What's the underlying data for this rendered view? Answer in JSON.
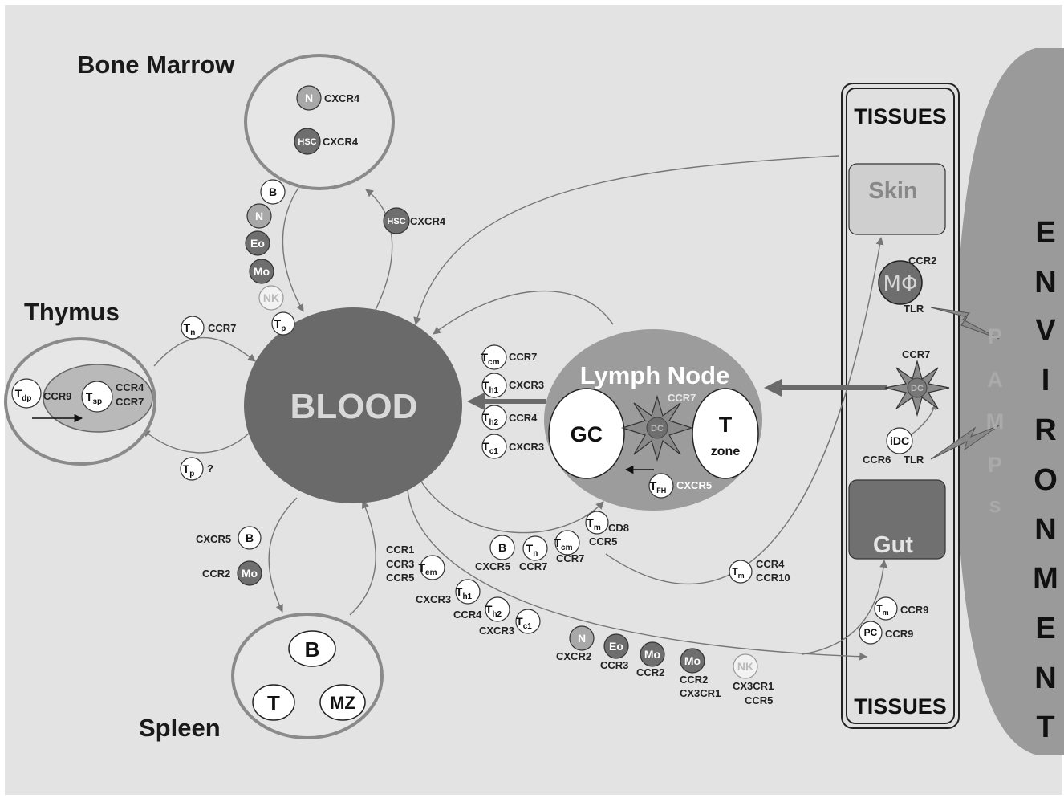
{
  "organs": {
    "bone_marrow": "Bone Marrow",
    "thymus": "Thymus",
    "spleen": "Spleen",
    "blood": "BLOOD",
    "lymph_node": "Lymph Node",
    "tissues_top": "TISSUES",
    "tissues_bottom": "TISSUES",
    "skin": "Skin",
    "gut": "Gut",
    "pamps": [
      "P",
      "A",
      "M",
      "P",
      "s"
    ],
    "environment": [
      "E",
      "N",
      "V",
      "I",
      "R",
      "O",
      "N",
      "M",
      "E",
      "N",
      "T"
    ]
  },
  "bone_marrow": {
    "n_cell": "N",
    "n_receptor": "CXCR4",
    "hsc_cell": "HSC",
    "hsc_receptor": "CXCR4"
  },
  "bm_to_blood": [
    "B",
    "N",
    "Eo",
    "Mo",
    "NK"
  ],
  "tp_cell": {
    "main": "T",
    "sub": "p"
  },
  "hsc_blood": {
    "cell": "HSC",
    "receptor": "CXCR4"
  },
  "thymus": {
    "tdp": {
      "main": "T",
      "sub": "dp"
    },
    "tdp_receptor": "CCR9",
    "tsp": {
      "main": "T",
      "sub": "sp"
    },
    "tsp_receptors": [
      "CCR4",
      "CCR7"
    ],
    "tn_in": {
      "main": "T",
      "sub": "n",
      "receptor": "CCR7"
    },
    "tp_in": {
      "main": "T",
      "sub": "p",
      "receptor": "?"
    }
  },
  "spleen": {
    "b": "B",
    "t": "T",
    "mz": "MZ",
    "b_in": {
      "cell": "B",
      "receptor": "CXCR5"
    },
    "mo_in": {
      "cell": "Mo",
      "receptor": "CCR2"
    }
  },
  "lymph_node": {
    "gc": "GC",
    "t_zone_top": "T",
    "t_zone_bottom": "zone",
    "dc": "DC",
    "dc_receptor": "CCR7",
    "tfh": {
      "main": "T",
      "sub": "FH",
      "receptor": "CXCR5"
    },
    "out_cells": [
      {
        "main": "T",
        "sub": "cm",
        "receptor": "CCR7"
      },
      {
        "main": "T",
        "sub": "h1",
        "receptor": "CXCR3"
      },
      {
        "main": "T",
        "sub": "h2",
        "receptor": "CCR4"
      },
      {
        "main": "T",
        "sub": "c1",
        "receptor": "CXCR3"
      }
    ],
    "in_cells": [
      {
        "main": "B",
        "sub": "",
        "receptor": "CXCR5"
      },
      {
        "main": "T",
        "sub": "n",
        "receptor": "CCR7"
      },
      {
        "main": "T",
        "sub": "cm",
        "receptor": "CCR7"
      },
      {
        "main": "T",
        "sub": "m",
        "receptor": "CD8"
      }
    ],
    "tm_ccr5": "CCR5"
  },
  "blood_out": {
    "tem": {
      "main": "T",
      "sub": "em",
      "receptors": [
        "CCR1",
        "CCR3",
        "CCR5"
      ]
    },
    "th1": {
      "main": "T",
      "sub": "h1",
      "receptor": "CXCR3"
    },
    "th2": {
      "main": "T",
      "sub": "h2",
      "receptor": "CCR4"
    },
    "tc1": {
      "main": "T",
      "sub": "c1",
      "receptor": "CXCR3"
    },
    "n": {
      "cell": "N",
      "receptor": "CXCR2"
    },
    "eo": {
      "cell": "Eo",
      "receptor": "CCR3"
    },
    "mo1": {
      "cell": "Mo",
      "receptor": "CCR2"
    },
    "mo2": {
      "cell": "Mo",
      "receptors": [
        "CCR2",
        "CX3CR1"
      ]
    },
    "nk": {
      "cell": "NK",
      "receptors": [
        "CX3CR1",
        "CCR5"
      ]
    },
    "tm_skin": {
      "main": "T",
      "sub": "m",
      "receptors": [
        "CCR4",
        "CCR10"
      ]
    }
  },
  "tissue_cells": {
    "mphi": "MΦ",
    "mphi_ccr2": "CCR2",
    "mphi_tlr": "TLR",
    "dc": "DC",
    "dc_ccr7": "CCR7",
    "idc": "iDC",
    "idc_ccr6": "CCR6",
    "idc_tlr": "TLR",
    "tm_gut": {
      "main": "T",
      "sub": "m",
      "receptor": "CCR9"
    },
    "pc": {
      "cell": "PC",
      "receptor": "CCR9"
    }
  },
  "colors": {
    "background": "#e3e3e3",
    "blood": "#6a6a6a",
    "lymph_node": "#9c9c9c",
    "organ_outline": "#8a8a8a",
    "dark_cell": "#6e6e6e",
    "light_cell": "#a8a8a8",
    "environment": "#9a9a9a"
  }
}
